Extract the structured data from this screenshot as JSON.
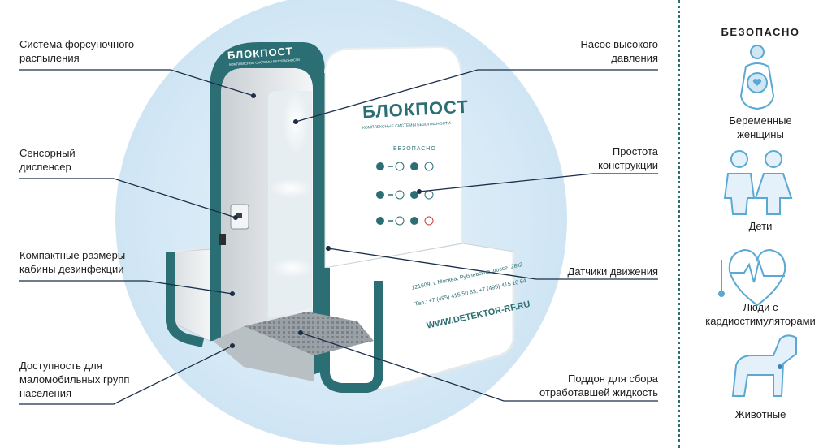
{
  "colors": {
    "teal": "#2b6f74",
    "icon_blue": "#5aa9d4",
    "circle_fill": "#d5e9f6",
    "line": "#1b2e4a"
  },
  "callouts": {
    "spray_system": "Система форсуночного\nраспыления",
    "sensor_dispenser": "Сенсорный\nдиспенсер",
    "compact_size": "Компактные размеры\nкабины дезинфекции",
    "accessibility": "Доступность для\nмаломобильных групп\nнаселения",
    "high_pressure_pump": "Насос высокого\nдавления",
    "simple_design": "Простота\nконструкции",
    "motion_sensors": "Датчики движения",
    "liquid_tray": "Поддон для сбора\nотработавшей жидкость"
  },
  "cabin": {
    "top_brand": "БЛОКПОСТ",
    "top_tagline": "КОМПЛЕКСНЫЕ СИСТЕМЫ БЕЗОПАСНОСТИ",
    "panel_brand": "БЛОКПОСТ",
    "panel_tagline": "КОМПЛЕКСНЫЕ СИСТЕМЫ БЕЗОПАСНОСТИ",
    "panel_safe": "БЕЗОПАСНО",
    "address": "121609, г. Москва, Рублевское шоссе, 28к2",
    "phone": "Тел.: +7 (495) 415 50 83, +7 (495) 415 10 64",
    "website": "WWW.DETEKTOR-RF.RU"
  },
  "sidebar": {
    "title": "БЕЗОПАСНО",
    "items": [
      {
        "label": "Беременные\nженщины",
        "icon": "pregnant-woman-icon"
      },
      {
        "label": "Дети",
        "icon": "children-icon"
      },
      {
        "label": "Люди с\nкардиостимуляторами",
        "icon": "heart-pacemaker-icon"
      },
      {
        "label": "Животные",
        "icon": "dog-icon"
      }
    ]
  }
}
